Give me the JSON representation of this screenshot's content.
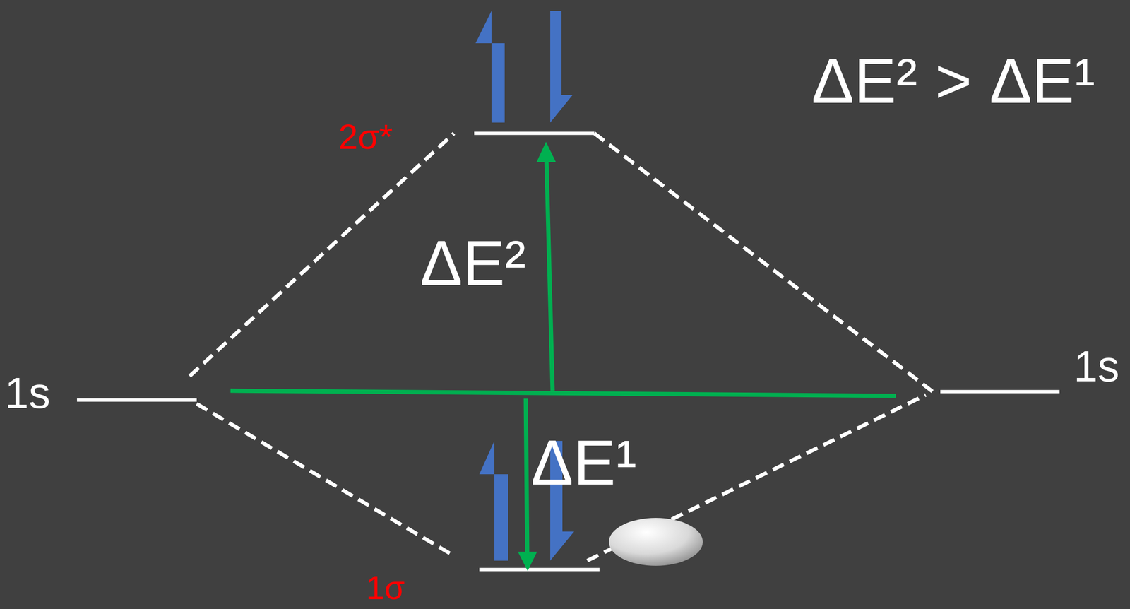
{
  "diagram": {
    "labels": [
      "ΔE² > ΔE¹",
      "2σ*",
      "1s",
      "1s",
      "ΔE²",
      "ΔE¹",
      "1σ"
    ]
  }
}
